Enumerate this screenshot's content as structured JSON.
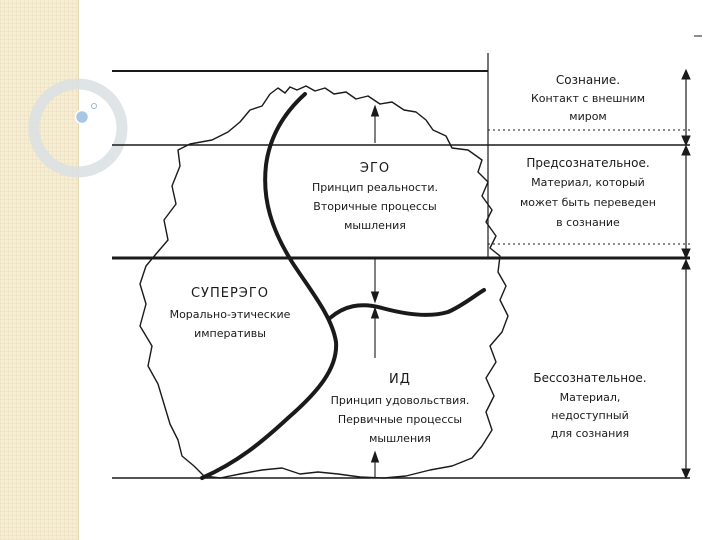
{
  "diagram": {
    "right_column": {
      "conscious": [
        "Сознание.",
        "Контакт с внешним",
        "миром"
      ],
      "preconscious": [
        "Предсознательное.",
        "Материал, который",
        "может быть переведен",
        "в сознание"
      ],
      "unconscious": [
        "Бессознательное.",
        "Материал,",
        "недоступный",
        "для сознания"
      ]
    },
    "ego": [
      "ЭГО",
      "Принцип реальности.",
      "Вторичные процессы",
      "мышления"
    ],
    "superego": [
      "СУПЕРЭГО",
      "Морально-этические",
      "императивы"
    ],
    "id": [
      "ИД",
      "Принцип удовольствия.",
      "Первичные процессы",
      "мышления"
    ]
  },
  "colors": {
    "line": "#1a1a1a",
    "strip": "#f6edd2",
    "accent": "#b9cfe2"
  }
}
